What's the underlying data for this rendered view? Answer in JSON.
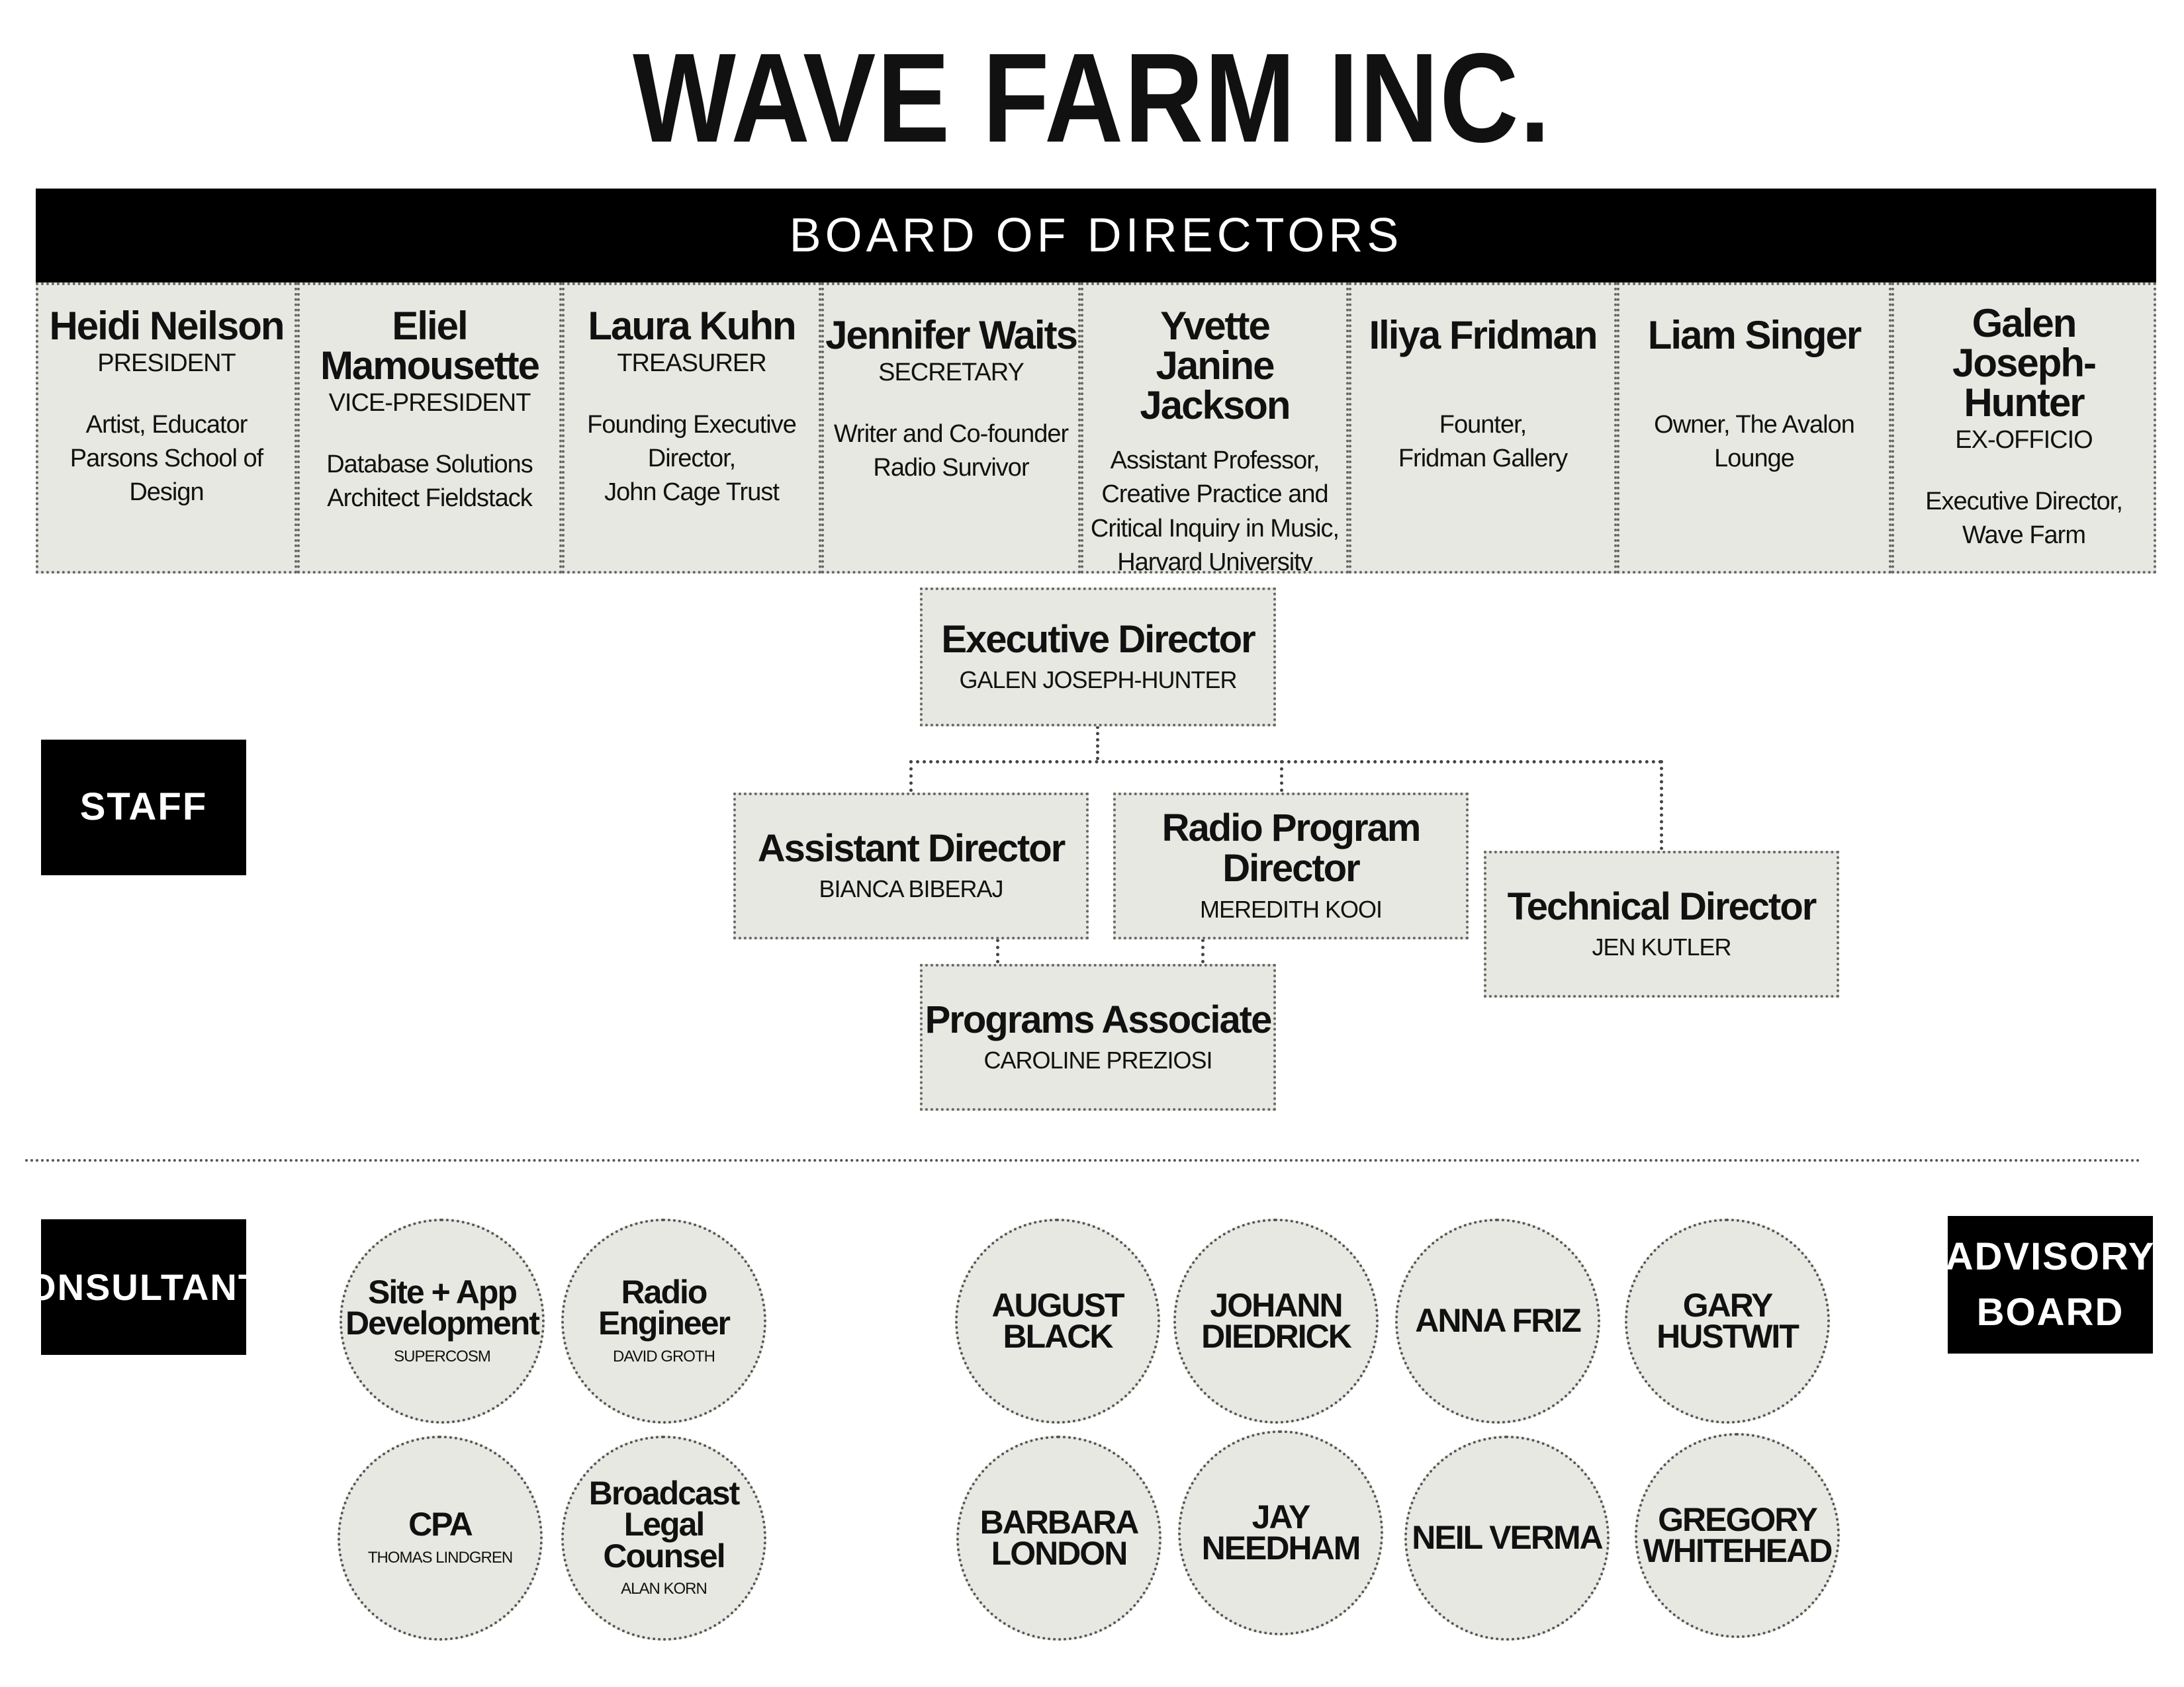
{
  "title": "WAVE FARM INC.",
  "board": {
    "heading": "BOARD OF DIRECTORS",
    "members": [
      {
        "name": "Heidi Neilson",
        "role": "PRESIDENT",
        "desc": "Artist, Educator\nParsons School of Design"
      },
      {
        "name": "Eliel Mamousette",
        "role": "VICE-PRESIDENT",
        "desc": "Database Solutions\nArchitect Fieldstack"
      },
      {
        "name": "Laura Kuhn",
        "role": "TREASURER",
        "desc": "Founding Executive\nDirector,\nJohn Cage Trust"
      },
      {
        "name": "Jennifer Waits",
        "role": "SECRETARY",
        "desc": "Writer and Co-founder\nRadio Survivor"
      },
      {
        "name": "Yvette Janine Jackson",
        "role": "",
        "desc": "Assistant Professor,\nCreative Practice and\nCritical Inquiry in Music,\nHarvard University"
      },
      {
        "name": "Iliya Fridman",
        "role": "",
        "desc": "Founter,\nFridman Gallery"
      },
      {
        "name": "Liam Singer",
        "role": "",
        "desc": "Owner, The Avalon Lounge"
      },
      {
        "name": "Galen Joseph-Hunter",
        "role": "EX-OFFICIO",
        "desc": "Executive Director,\nWave Farm"
      }
    ]
  },
  "labels": {
    "staff": "STAFF",
    "consultants": "CONSULTANTS",
    "advisory": "ADVISORY\nBOARD"
  },
  "staff": {
    "executive": {
      "title": "Executive Director",
      "name": "GALEN JOSEPH-HUNTER"
    },
    "assistant": {
      "title": "Assistant Director",
      "name": "BIANCA BIBERAJ"
    },
    "radio": {
      "title": "Radio Program Director",
      "name": "MEREDITH KOOI"
    },
    "technical": {
      "title": "Technical Director",
      "name": "JEN KUTLER"
    },
    "programs": {
      "title": "Programs Associate",
      "name": "CAROLINE PREZIOSI"
    }
  },
  "consultants": [
    {
      "title": "Site + App\nDevelopment",
      "name": "SUPERCOSM"
    },
    {
      "title": "Radio\nEngineer",
      "name": "DAVID GROTH"
    },
    {
      "title": "CPA",
      "name": "THOMAS LINDGREN"
    },
    {
      "title": "Broadcast\nLegal Counsel",
      "name": "ALAN KORN"
    }
  ],
  "advisory_board": [
    {
      "name": "AUGUST BLACK"
    },
    {
      "name": "JOHANN\nDIEDRICK"
    },
    {
      "name": "ANNA FRIZ"
    },
    {
      "name": "GARY HUSTWIT"
    },
    {
      "name": "BARBARA\nLONDON"
    },
    {
      "name": "JAY NEEDHAM"
    },
    {
      "name": "NEIL VERMA"
    },
    {
      "name": "GREGORY\nWHITEHEAD"
    }
  ]
}
